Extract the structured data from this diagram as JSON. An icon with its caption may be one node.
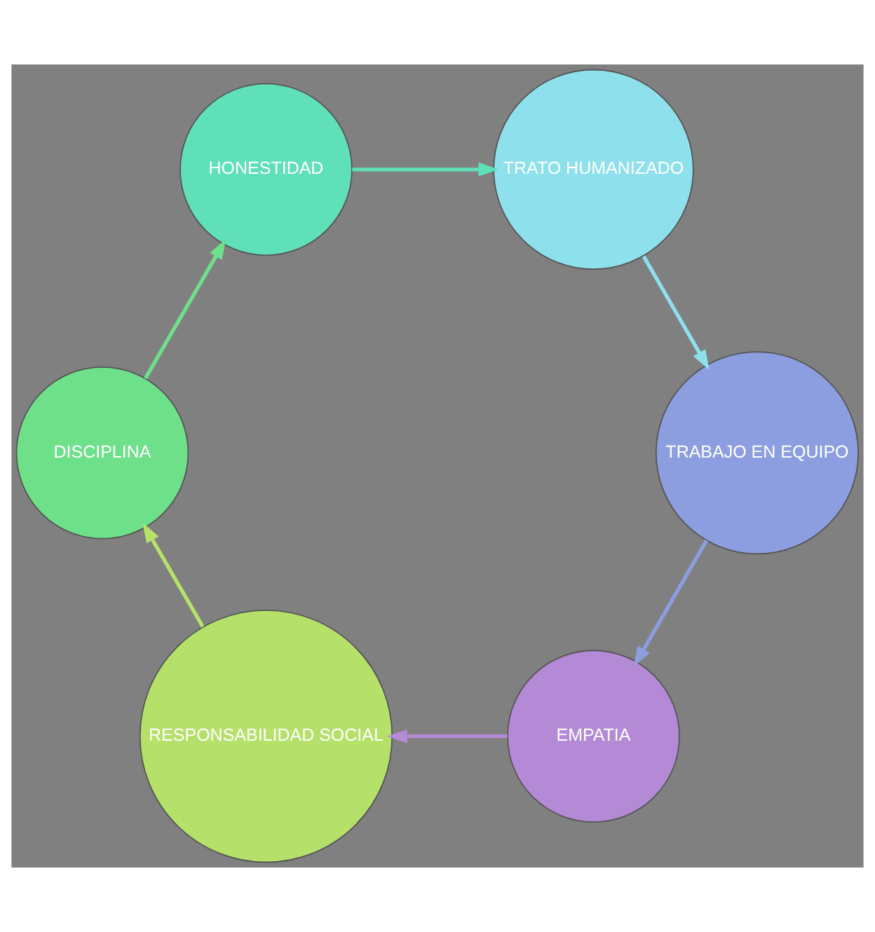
{
  "diagram": {
    "nodes": [
      {
        "text": [
          "EMPATIA"
        ]
      },
      {
        "text": [
          "RESPONSABILIDAD SOCIAL"
        ]
      },
      {
        "text": [
          "DISCIPLINA"
        ]
      },
      {
        "text": [
          "HONESTIDAD"
        ]
      },
      {
        "text": [
          "TRATO HUMANIZADO"
        ]
      },
      {
        "text": [
          "TRABAJO EN EQUIPO"
        ]
      }
    ],
    "edges": [
      {
        "from": 0,
        "to": 1,
        "arrow": "to",
        "color": "#b48ad6"
      },
      {
        "from": 1,
        "to": 2,
        "arrow": "to",
        "color": "#b5e06a"
      },
      {
        "from": 2,
        "to": 3,
        "arrow": "to",
        "color": "#6ee08a"
      },
      {
        "from": 3,
        "to": 4,
        "arrow": "to",
        "color": "#5fe0b8"
      },
      {
        "from": 4,
        "to": 5,
        "arrow": "to",
        "color": "#8ee0ec"
      },
      {
        "from": 5,
        "to": 0,
        "arrow": "to",
        "color": "#8c9ee0"
      }
    ]
  }
}
